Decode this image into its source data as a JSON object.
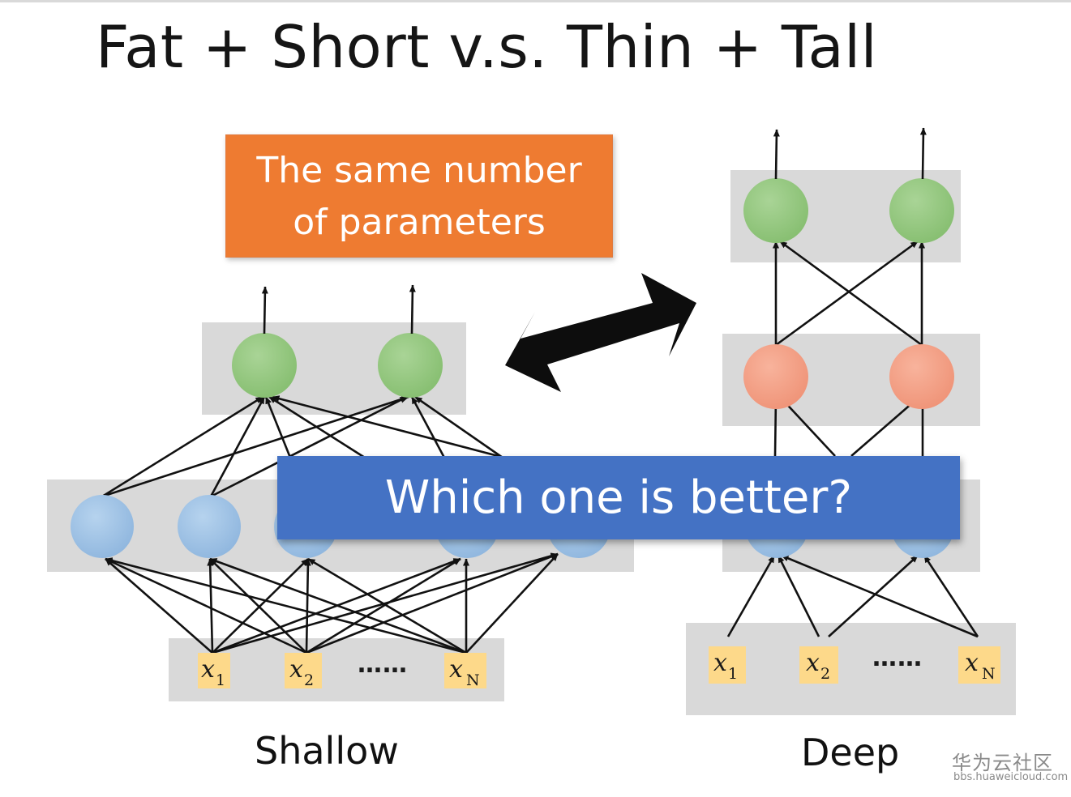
{
  "title": "Fat + Short v.s. Thin + Tall",
  "callouts": {
    "same_params_line1": "The same number",
    "same_params_line2": "of parameters",
    "question": "Which one is better?"
  },
  "shallow": {
    "caption": "Shallow",
    "inputs": [
      {
        "var": "x",
        "sub": "1"
      },
      {
        "var": "x",
        "sub": "2"
      },
      {
        "var": "x",
        "sub": "N"
      }
    ],
    "ellipsis": "……"
  },
  "deep": {
    "caption": "Deep",
    "inputs": [
      {
        "var": "x",
        "sub": "1"
      },
      {
        "var": "x",
        "sub": "2"
      },
      {
        "var": "x",
        "sub": "N"
      }
    ],
    "ellipsis": "……"
  },
  "watermark": {
    "name": "华为云社区",
    "url": "bbs.huaweicloud.com"
  },
  "colors": {
    "layer_band": "#d9d9d9",
    "input_box": "#fdd98a",
    "hidden_node": "#9dc3e6",
    "hidden_node_deep2": "#f4a086",
    "output_node": "#93c47d",
    "orange_callout": "#ee7b31",
    "blue_callout": "#4472c4"
  }
}
